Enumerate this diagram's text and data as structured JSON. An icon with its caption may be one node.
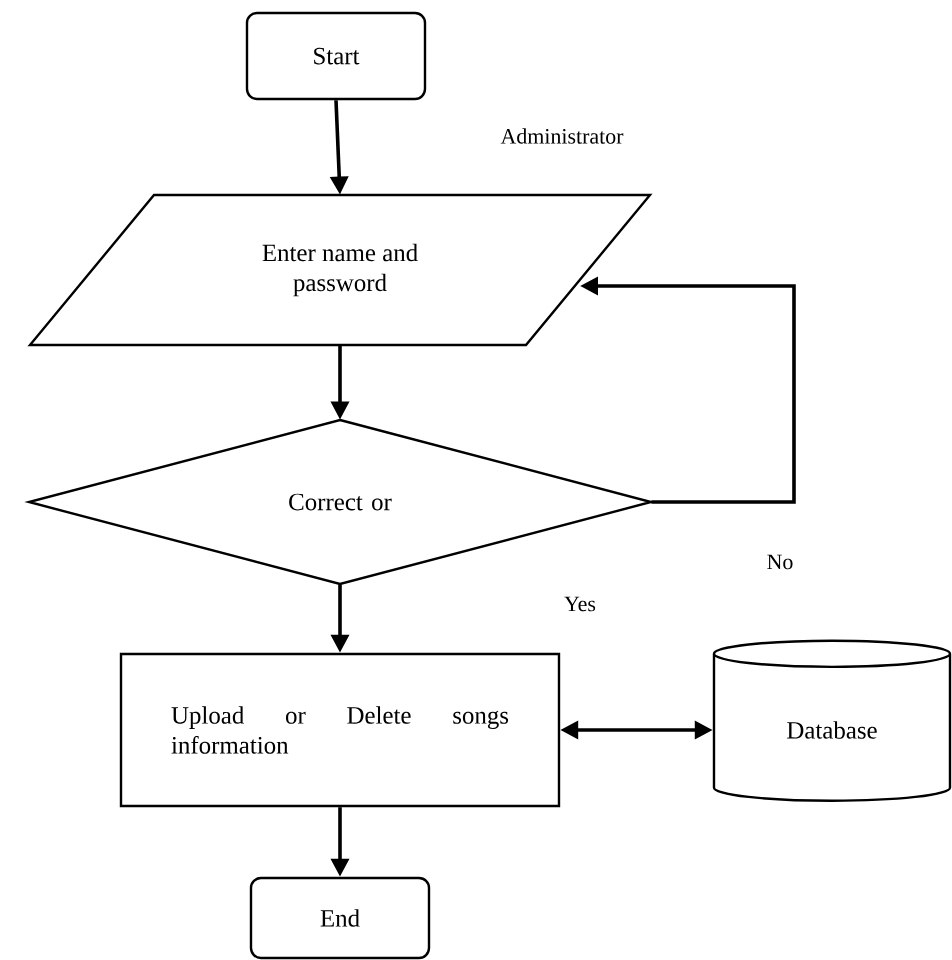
{
  "diagram": {
    "nodes": [
      {
        "text": [
          "Start"
        ]
      },
      {
        "text": [
          "Enter name and password"
        ]
      },
      {
        "text": [
          "Correct or"
        ]
      },
      {
        "text": [
          "Upload or Delete songs information"
        ]
      },
      {
        "text": [
          "Database"
        ]
      },
      {
        "text": [
          "End"
        ]
      }
    ],
    "edges": [
      {
        "from": 0,
        "to": 1,
        "arrow": "to"
      },
      {
        "from": 1,
        "to": 2,
        "arrow": "to"
      },
      {
        "from": 2,
        "to": 3,
        "arrow": "to"
      },
      {
        "from": 2,
        "to": 1,
        "arrow": "to"
      },
      {
        "from": 3,
        "to": 4,
        "arrow": "both"
      },
      {
        "from": 3,
        "to": 5,
        "arrow": "to"
      }
    ],
    "labels": [
      "Administrator",
      "No",
      "Yes"
    ]
  }
}
